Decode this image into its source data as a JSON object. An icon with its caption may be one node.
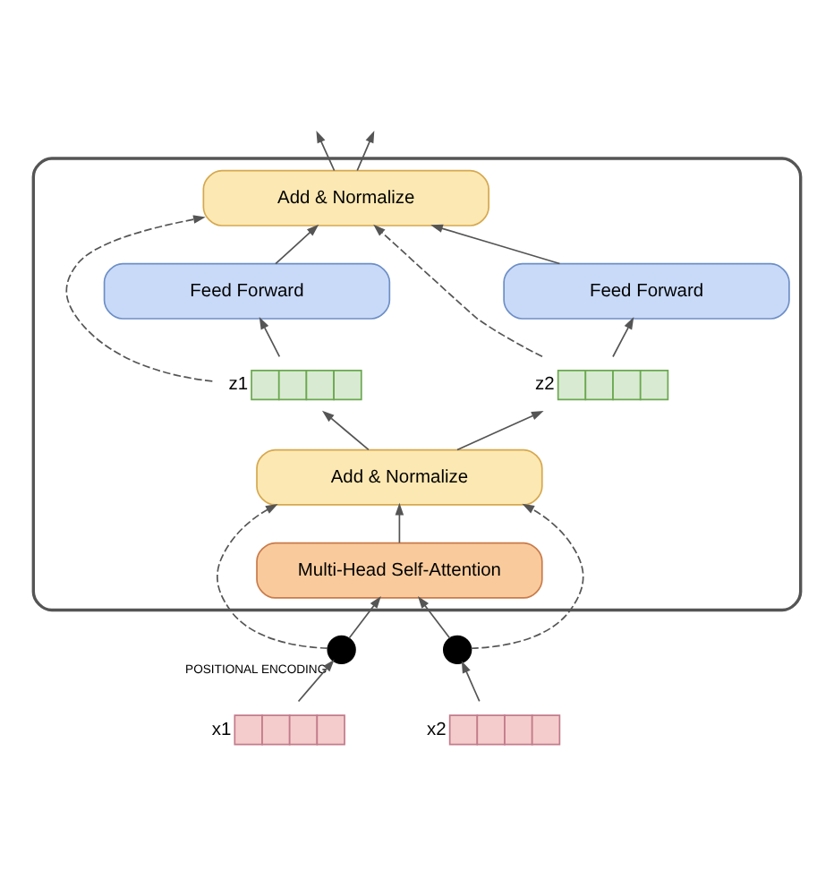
{
  "diagram": {
    "nodes": [
      {
        "text": [],
        "shape": "box"
      },
      {
        "text": [
          "Add & Normalize"
        ],
        "in": 0
      },
      {
        "text": [
          "Feed Forward"
        ],
        "in": 0
      },
      {
        "text": [
          "Feed Forward"
        ],
        "in": 0
      },
      {
        "text": [],
        "shape": "bar",
        "beside": [
          "z1"
        ],
        "in": 0
      },
      {
        "text": [],
        "shape": "bar",
        "beside": [
          "z2"
        ],
        "in": 0
      },
      {
        "text": [
          "Add & Normalize"
        ],
        "in": 0
      },
      {
        "text": [
          "Multi-Head Self-Attention"
        ],
        "in": 0
      },
      {
        "text": [],
        "shape": "circle",
        "beside": [
          "POSITIONAL ENCODING"
        ]
      },
      {
        "text": [],
        "shape": "circle"
      },
      {
        "text": [],
        "shape": "bar",
        "beside": [
          "x1"
        ]
      },
      {
        "text": [],
        "shape": "bar",
        "beside": [
          "x2"
        ]
      }
    ],
    "edges": [
      {
        "from": 10,
        "to": 8,
        "arrow": "to"
      },
      {
        "from": 11,
        "to": 9,
        "arrow": "to"
      },
      {
        "from": 8,
        "to": 7,
        "arrow": "to"
      },
      {
        "from": 9,
        "to": 7,
        "arrow": "to"
      },
      {
        "from": 8,
        "to": 6,
        "arrow": "to",
        "style": "dashed"
      },
      {
        "from": 9,
        "to": 6,
        "arrow": "to",
        "style": "dashed"
      },
      {
        "from": 7,
        "to": 6,
        "arrow": "to"
      },
      {
        "from": 6,
        "to": 4,
        "arrow": "to"
      },
      {
        "from": 6,
        "to": 5,
        "arrow": "to"
      },
      {
        "from": 4,
        "to": 2,
        "arrow": "to"
      },
      {
        "from": 5,
        "to": 3,
        "arrow": "to"
      },
      {
        "from": 4,
        "to": 1,
        "arrow": "to",
        "style": "dashed"
      },
      {
        "from": 5,
        "to": 1,
        "arrow": "to",
        "style": "dashed"
      },
      {
        "from": 2,
        "to": 1,
        "arrow": "to"
      },
      {
        "from": 3,
        "to": 1,
        "arrow": "to"
      },
      {
        "from": 1,
        "to": null,
        "arrow": "to"
      },
      {
        "from": 1,
        "to": null,
        "arrow": "to"
      }
    ]
  }
}
